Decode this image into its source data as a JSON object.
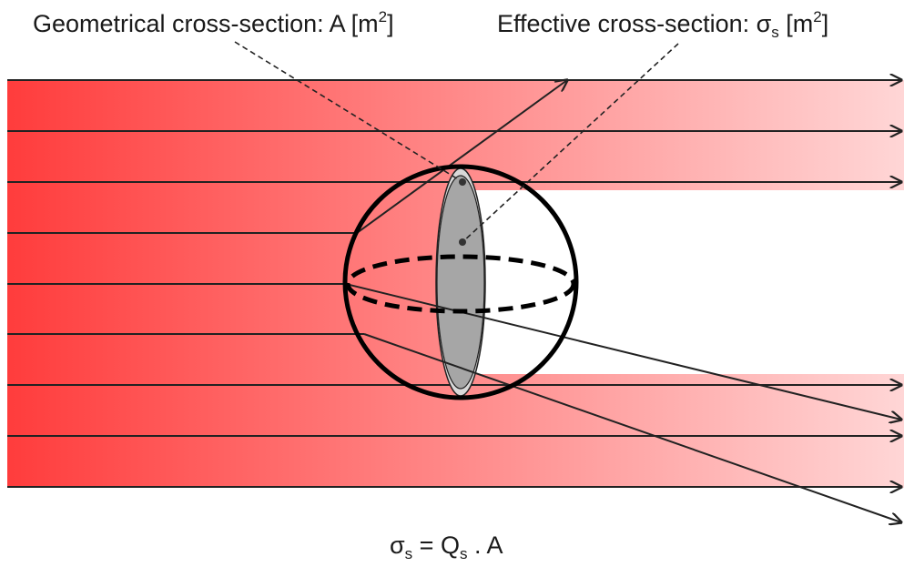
{
  "labels": {
    "geometrical": {
      "prefix": "Geometrical cross-section: A [m",
      "sup": "2",
      "suffix": "]"
    },
    "effective": {
      "prefix": "Effective cross-section: σ",
      "sub": "s",
      "mid": " [m",
      "sup": "2",
      "suffix": "]"
    },
    "equation": {
      "sigma": "σ",
      "sigma_sub": "s",
      "middle": " = Q",
      "q_sub": "s",
      "suffix": " . A"
    }
  },
  "colors": {
    "beam_strong": "#ff3b3b",
    "beam_light": "#ffd6d6",
    "sphere_outline": "#000000",
    "cross_section_fill": "#a6a6a6",
    "cross_section_outer": "#d9d9d9"
  }
}
